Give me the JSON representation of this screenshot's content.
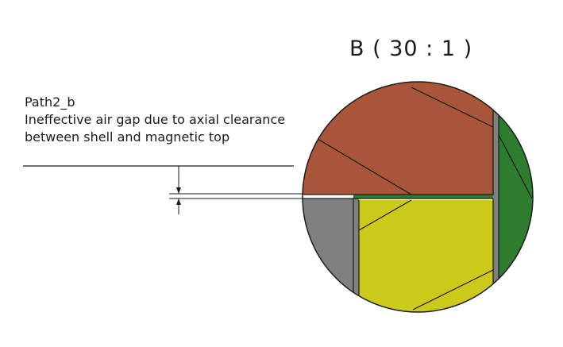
{
  "detail": {
    "title": "B ( 30 : 1 )"
  },
  "annotation": {
    "name": "Path2_b",
    "line1": "Ineffective air gap due to axial clearance",
    "line2": "between shell and magnetic top"
  },
  "colors": {
    "shell_brown": "#a9553a",
    "magnet_yellow": "#cbc919",
    "gap_green": "#2e7d2e",
    "steel_gray": "#808080",
    "outline": "#1a1a1a"
  }
}
